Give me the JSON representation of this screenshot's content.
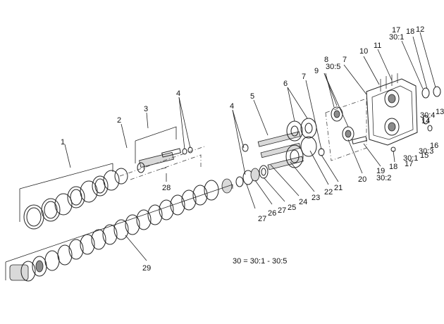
{
  "labels": [
    {
      "id": "l1",
      "text": "1"
    },
    {
      "id": "l2",
      "text": "2"
    },
    {
      "id": "l3",
      "text": "3"
    },
    {
      "id": "l4a",
      "text": "4"
    },
    {
      "id": "l4b",
      "text": "4"
    },
    {
      "id": "l5",
      "text": "5"
    },
    {
      "id": "l6",
      "text": "6"
    },
    {
      "id": "l7a",
      "text": "7"
    },
    {
      "id": "l7b",
      "text": "7"
    },
    {
      "id": "l8",
      "text": "8"
    },
    {
      "id": "l9",
      "text": "9"
    },
    {
      "id": "l10",
      "text": "10"
    },
    {
      "id": "l11",
      "text": "11"
    },
    {
      "id": "l12",
      "text": "12"
    },
    {
      "id": "l13",
      "text": "13"
    },
    {
      "id": "l14",
      "text": "14"
    },
    {
      "id": "l15",
      "text": "15"
    },
    {
      "id": "l16",
      "text": "16"
    },
    {
      "id": "l17a",
      "text": "17"
    },
    {
      "id": "l17b",
      "text": "17"
    },
    {
      "id": "l18a",
      "text": "18"
    },
    {
      "id": "l18b",
      "text": "18"
    },
    {
      "id": "l19",
      "text": "19"
    },
    {
      "id": "l20",
      "text": "20"
    },
    {
      "id": "l21",
      "text": "21"
    },
    {
      "id": "l22",
      "text": "22"
    },
    {
      "id": "l23",
      "text": "23"
    },
    {
      "id": "l24",
      "text": "24"
    },
    {
      "id": "l25",
      "text": "25"
    },
    {
      "id": "l26",
      "text": "26"
    },
    {
      "id": "l27a",
      "text": "27"
    },
    {
      "id": "l27b",
      "text": "27"
    },
    {
      "id": "l28",
      "text": "28"
    },
    {
      "id": "l29",
      "text": "29"
    },
    {
      "id": "l30_5",
      "text": "30:5"
    },
    {
      "id": "l30_1a",
      "text": "30:1"
    },
    {
      "id": "l30_1b",
      "text": "30:1"
    },
    {
      "id": "l30_2",
      "text": "30:2"
    },
    {
      "id": "l30_3",
      "text": "30:3"
    },
    {
      "id": "l30_4",
      "text": "30:4"
    }
  ],
  "legend_note": "30 = 30:1 - 30:5"
}
